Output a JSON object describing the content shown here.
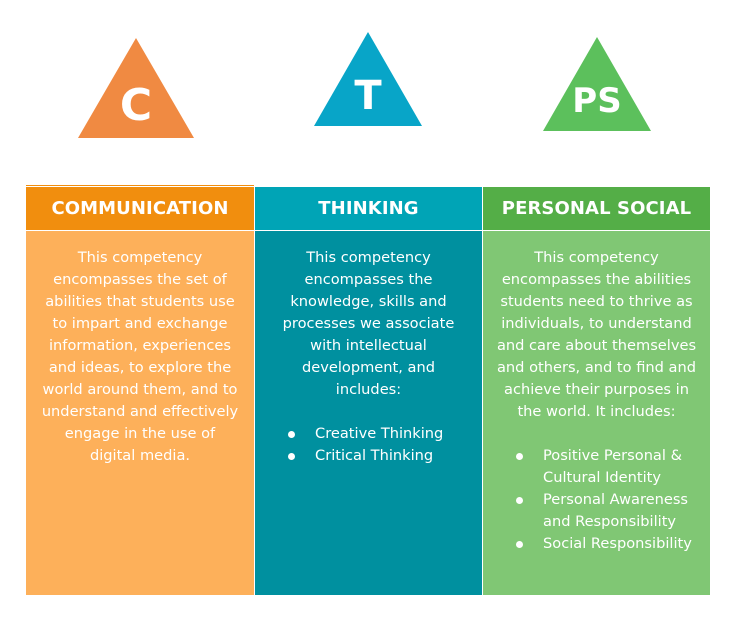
{
  "colors": {
    "communication": {
      "icon": "#F08A42",
      "header": "#F18E0E",
      "body": "#FDB05A"
    },
    "thinking": {
      "icon": "#08A5C8",
      "header": "#00A4B6",
      "body": "#00909F"
    },
    "personal_social": {
      "icon": "#5CC05C",
      "header": "#54AE47",
      "body": "#80C774"
    }
  },
  "icons": [
    {
      "name": "communication-triangle-icon",
      "letter": "C"
    },
    {
      "name": "thinking-triangle-icon",
      "letter": "T"
    },
    {
      "name": "personal-social-triangle-icon",
      "letter": "PS"
    }
  ],
  "columns": [
    {
      "title": "COMMUNICATION",
      "description": "This competency encompasses the set of abilities that students use to impart and exchange information, experiences and ideas, to explore the world around them, and to understand and effectively engage in the use of digital media.",
      "items": []
    },
    {
      "title": "THINKING",
      "description": "This competency encompasses the knowledge, skills and processes we associate with intellectual development, and includes:",
      "items": [
        "Creative Thinking",
        "Critical Thinking"
      ]
    },
    {
      "title": "PERSONAL SOCIAL",
      "description": "This competency encompasses the abilities students need to thrive as individuals, to understand and care about themselves and others, and to find and achieve their purposes in the world. It includes:",
      "items": [
        "Positive Personal & Cultural Identity",
        "Personal Awareness and Responsibility",
        "Social Responsibility"
      ]
    }
  ]
}
